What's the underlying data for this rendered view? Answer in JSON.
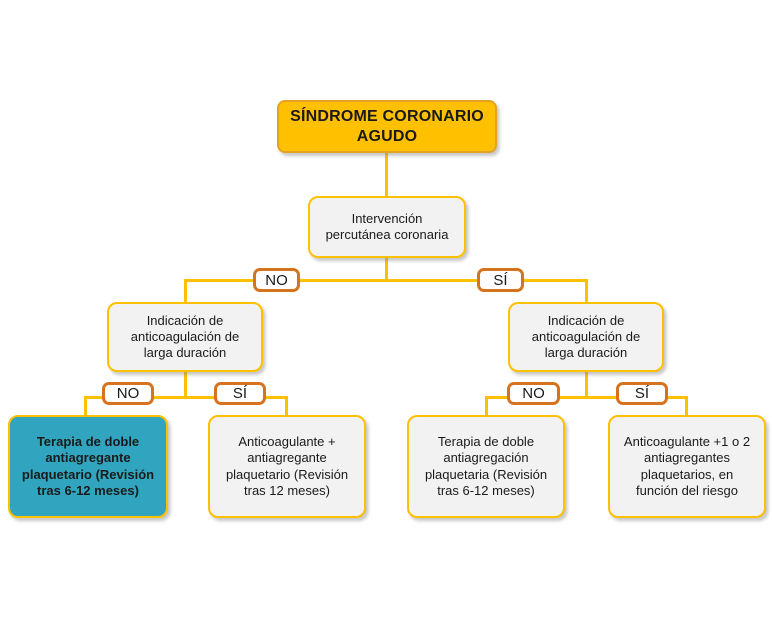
{
  "diagram": {
    "title": "SÍNDROME CORONARIO AGUDO",
    "nodes": {
      "root": {
        "label": "SÍNDROME CORONARIO AGUDO"
      },
      "intervencion": {
        "label": "Intervención percutánea coronaria"
      },
      "indicacion_izquierda": {
        "label": "Indicación de anticoagulación de larga duración"
      },
      "indicacion_derecha": {
        "label": "Indicación de anticoagulación de larga duración"
      },
      "terapia_doble_izquierda": {
        "label": "Terapia de doble antiagregante plaquetario (Revisión tras 6-12 meses)",
        "highlighted": true
      },
      "anticoagulante_izquierda": {
        "label": "Anticoagulante + antiagregante plaquetario (Revisión tras 12 meses)"
      },
      "terapia_doble_derecha": {
        "label": "Terapia de doble antiagregación plaquetaria (Revisión tras 6-12 meses)"
      },
      "anticoagulante_derecha": {
        "label": "Anticoagulante +1 o 2 antiagregantes plaquetarios, en función del riesgo"
      }
    },
    "branch_labels": {
      "no": "NO",
      "si": "SÍ"
    },
    "colors": {
      "gold": "#FFC000",
      "node_fill": "#F2F2F2",
      "highlight_fill": "#31A5BF",
      "branch_label_border": "#D7731E",
      "text": "#1A1A1A"
    }
  }
}
